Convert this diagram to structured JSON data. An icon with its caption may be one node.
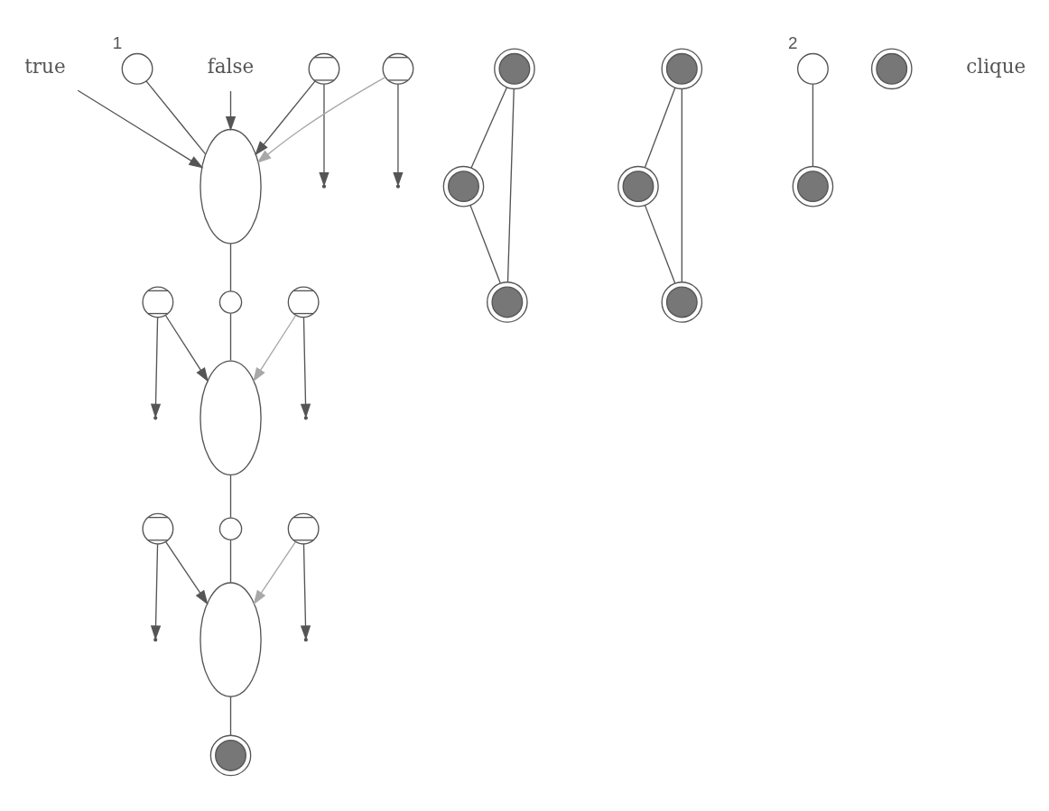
{
  "diagram": {
    "nodes": [
      {
        "text": [
          "true"
        ]
      },
      {
        "text": [],
        "shape": "circle",
        "beside": [
          "1"
        ]
      },
      {
        "text": [
          "false"
        ]
      },
      {
        "text": [],
        "shape": "circle"
      },
      {
        "text": [],
        "shape": "circle"
      },
      {
        "text": [],
        "shape": "ellipse"
      },
      {
        "text": [],
        "shape": "circle"
      },
      {
        "text": [],
        "shape": "circle"
      },
      {
        "text": [],
        "shape": "circle"
      },
      {
        "text": [],
        "shape": "circle"
      },
      {
        "text": [],
        "shape": "circle"
      },
      {
        "text": [],
        "shape": "circle"
      },
      {
        "text": [],
        "shape": "ellipse"
      },
      {
        "text": [],
        "shape": "circle"
      },
      {
        "text": [],
        "shape": "circle"
      },
      {
        "text": [],
        "shape": "circle"
      },
      {
        "text": [],
        "shape": "circle"
      },
      {
        "text": [],
        "shape": "circle"
      },
      {
        "text": [],
        "shape": "circle",
        "beside": [
          "2"
        ]
      },
      {
        "text": [],
        "shape": "circle"
      },
      {
        "text": [],
        "shape": "ellipse"
      },
      {
        "text": [],
        "shape": "circle"
      },
      {
        "text": [],
        "shape": "circle"
      },
      {
        "text": [],
        "shape": "circle"
      }
    ],
    "edges": [
      {
        "from": 0,
        "to": 5,
        "arrow": "to"
      },
      {
        "from": 2,
        "to": 5,
        "arrow": "to"
      },
      {
        "from": 1,
        "to": 5,
        "arrow": "none"
      },
      {
        "from": 5,
        "to": 8,
        "arrow": "none"
      },
      {
        "from": 8,
        "to": 12,
        "arrow": "none"
      },
      {
        "from": 12,
        "to": 15,
        "arrow": "none"
      },
      {
        "from": 15,
        "to": 20,
        "arrow": "none"
      },
      {
        "from": 20,
        "to": 23,
        "arrow": "none"
      },
      {
        "from": 4,
        "to": 6,
        "arrow": "none"
      },
      {
        "from": 4,
        "to": 7,
        "arrow": "none"
      },
      {
        "from": 6,
        "to": 7,
        "arrow": "none"
      },
      {
        "from": 14,
        "to": 16,
        "arrow": "none"
      },
      {
        "from": 14,
        "to": 17,
        "arrow": "none"
      },
      {
        "from": 16,
        "to": 17,
        "arrow": "none"
      },
      {
        "from": 18,
        "to": 21,
        "arrow": "none"
      },
      {
        "from": 3,
        "to": 5,
        "arrow": "to"
      },
      {
        "from": 3,
        "to": null,
        "arrow": "to"
      },
      {
        "from": 9,
        "to": 12,
        "arrow": "to"
      },
      {
        "from": 9,
        "to": null,
        "arrow": "to"
      },
      {
        "from": 11,
        "to": 20,
        "arrow": "to"
      },
      {
        "from": 11,
        "to": null,
        "arrow": "to"
      },
      {
        "from": 10,
        "to": 5,
        "arrow": "to",
        "color": "#a8a8a8"
      },
      {
        "from": 10,
        "to": null,
        "arrow": "to"
      },
      {
        "from": 13,
        "to": 12,
        "arrow": "to",
        "color": "#a8a8a8"
      },
      {
        "from": 13,
        "to": null,
        "arrow": "to"
      },
      {
        "from": 19,
        "to": 20,
        "arrow": "to",
        "color": "#a8a8a8"
      },
      {
        "from": 19,
        "to": null,
        "arrow": "to"
      }
    ],
    "legend": [
      {
        "text": "clique"
      }
    ]
  }
}
